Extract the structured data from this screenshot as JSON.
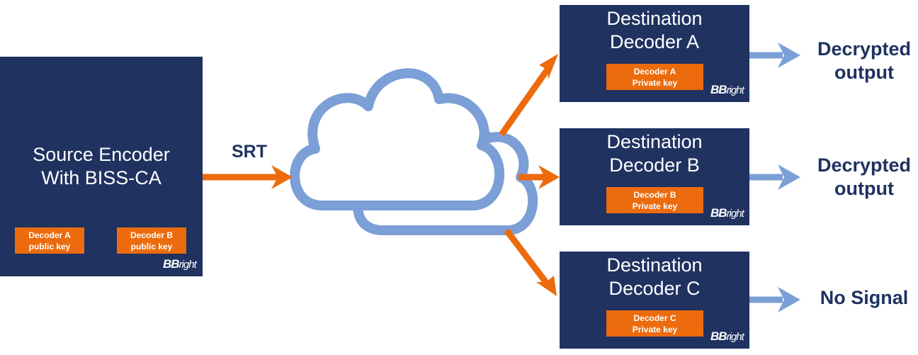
{
  "source": {
    "title_line1": "Source Encoder",
    "title_line2": "With BISS-CA",
    "keys": [
      {
        "line1": "Decoder A",
        "line2": "public key"
      },
      {
        "line1": "Decoder B",
        "line2": "public key"
      }
    ],
    "logo": "BBright"
  },
  "transport_label": "SRT",
  "decoders": [
    {
      "title_line1": "Destination",
      "title_line2": "Decoder A",
      "key_line1": "Decoder A",
      "key_line2": "Private key",
      "logo": "BBright",
      "output_line1": "Decrypted",
      "output_line2": "output"
    },
    {
      "title_line1": "Destination",
      "title_line2": "Decoder B",
      "key_line1": "Decoder B",
      "key_line2": "Private key",
      "logo": "BBright",
      "output_line1": "Decrypted",
      "output_line2": "output"
    },
    {
      "title_line1": "Destination",
      "title_line2": "Decoder C",
      "key_line1": "Decoder C",
      "key_line2": "Private key",
      "logo": "BBright",
      "output_line1": "No Signal",
      "output_line2": ""
    }
  ],
  "colors": {
    "box": "#1f3260",
    "key": "#ec6b0d",
    "arrow_orange": "#ec6b0d",
    "arrow_blue": "#7b9fd6",
    "cloud": "#7b9fd6"
  }
}
